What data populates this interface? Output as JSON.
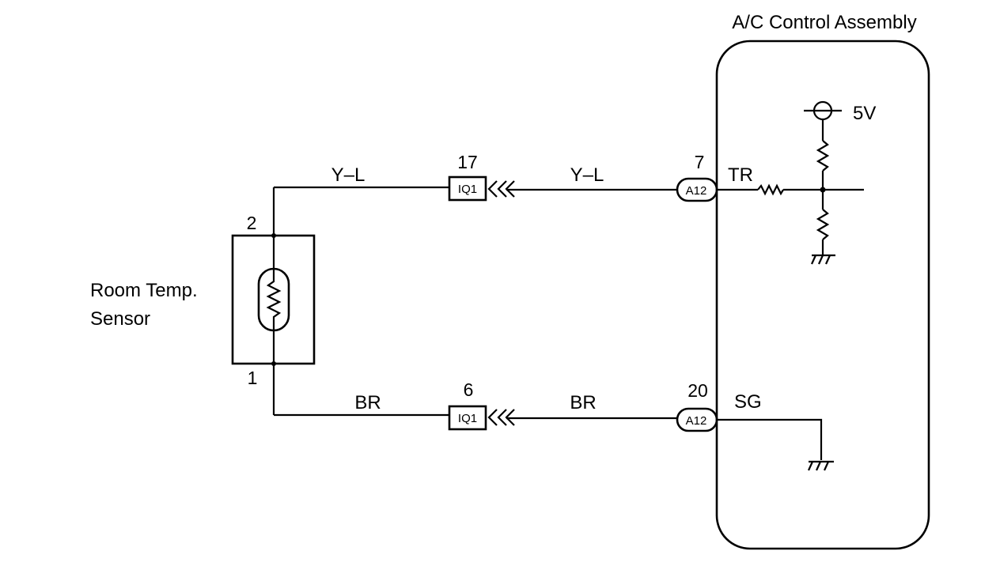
{
  "assembly": {
    "title": "A/C Control Assembly",
    "supply": "5V",
    "term_top": "TR",
    "term_bottom": "SG"
  },
  "sensor": {
    "label_line1": "Room Temp.",
    "label_line2": "Sensor",
    "pin_top": "2",
    "pin_bottom": "1"
  },
  "wires": {
    "top_left_color": "Y–L",
    "top_right_color": "Y–L",
    "bottom_left_color": "BR",
    "bottom_right_color": "BR"
  },
  "connectors": {
    "junction_top": {
      "pin": "17",
      "id": "IQ1"
    },
    "junction_bottom": {
      "pin": "6",
      "id": "IQ1"
    },
    "ecu_top": {
      "pin": "7",
      "id": "A12"
    },
    "ecu_bottom": {
      "pin": "20",
      "id": "A12"
    }
  }
}
